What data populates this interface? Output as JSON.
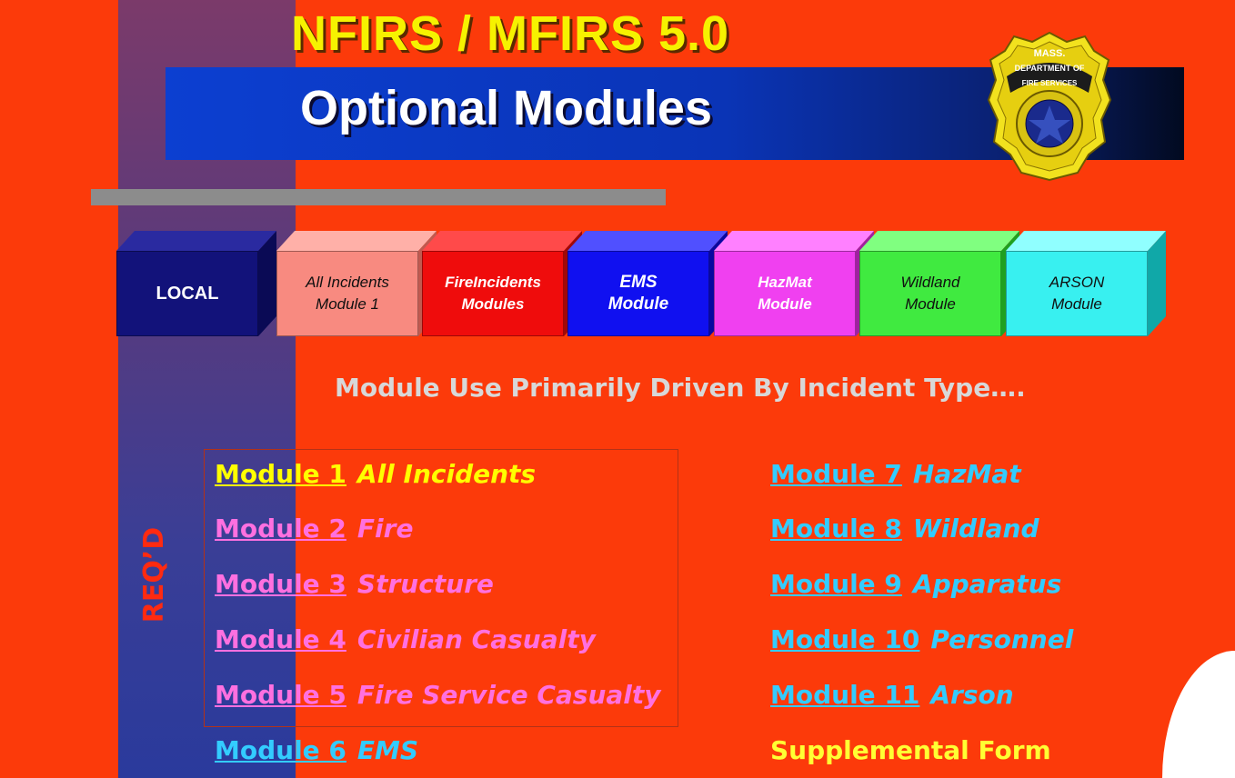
{
  "title": {
    "top": "NFIRS / MFIRS 5.0",
    "main": "Optional Modules"
  },
  "badge": {
    "text_top": "MASS.",
    "text_mid": "DEPARTMENT OF",
    "text_bottom": "FIRE SERVICES"
  },
  "module_boxes": [
    {
      "line1": "LOCAL",
      "line2": "",
      "color": "#12127a",
      "side": "#0a0a55",
      "top": "#2a2aa0",
      "text_color": "#ffffff"
    },
    {
      "line1": "All Incidents",
      "line2": "Module 1",
      "color": "#f88a80",
      "side": "#c05a50",
      "top": "#ffb0a8",
      "text_color": "#101010"
    },
    {
      "line1": "FireIncidents",
      "line2": "Modules",
      "color": "#ef0c0c",
      "side": "#a00808",
      "top": "#ff4a4a",
      "text_color": "#ffffff"
    },
    {
      "line1": "EMS",
      "line2": "Module",
      "color": "#1010f0",
      "side": "#0808a0",
      "top": "#5050ff",
      "text_color": "#ffffff"
    },
    {
      "line1": "HazMat",
      "line2": "Module",
      "color": "#f040f0",
      "side": "#a020a0",
      "top": "#ff80ff",
      "text_color": "#ffffff"
    },
    {
      "line1": "Wildland",
      "line2": "Module",
      "color": "#40ea40",
      "side": "#20a020",
      "top": "#80ff80",
      "text_color": "#101010"
    },
    {
      "line1": "ARSON",
      "line2": "Module",
      "color": "#38f0f0",
      "side": "#10a8a8",
      "top": "#90ffff",
      "text_color": "#101010"
    }
  ],
  "subtitle": "Module Use Primarily Driven By Incident Type….",
  "reqd_label": "REQ’D",
  "left_modules": [
    {
      "label": "Module 1",
      "desc": "All Incidents",
      "color": "#ffff00",
      "desc_color": "#ffff00"
    },
    {
      "label": "Module 2",
      "desc": "Fire",
      "color": "#ff70e0",
      "desc_color": "#ff70e0"
    },
    {
      "label": "Module 3",
      "desc": "Structure",
      "color": "#ff70e0",
      "desc_color": "#ff70e0"
    },
    {
      "label": "Module 4",
      "desc": "Civilian Casualty",
      "color": "#ff70e0",
      "desc_color": "#ff70e0"
    },
    {
      "label": "Module 5",
      "desc": "Fire Service Casualty",
      "color": "#ff70e0",
      "desc_color": "#ff70e0"
    },
    {
      "label": "Module 6",
      "desc": "EMS",
      "color": "#33ccff",
      "desc_color": "#33ccff"
    }
  ],
  "right_modules": [
    {
      "label": "Module 7",
      "desc": "HazMat",
      "color": "#33ccff",
      "desc_color": "#33ccff"
    },
    {
      "label": "Module 8",
      "desc": "Wildland",
      "color": "#33ccff",
      "desc_color": "#33ccff"
    },
    {
      "label": "Module 9",
      "desc": "Apparatus",
      "color": "#33ccff",
      "desc_color": "#33ccff"
    },
    {
      "label": "Module 10",
      "desc": "Personnel",
      "color": "#33ccff",
      "desc_color": "#33ccff"
    },
    {
      "label": "Module 11",
      "desc": "Arson",
      "color": "#33ccff",
      "desc_color": "#33ccff"
    }
  ],
  "supplemental": {
    "label": "Supplemental Form",
    "color": "#ffff33"
  }
}
